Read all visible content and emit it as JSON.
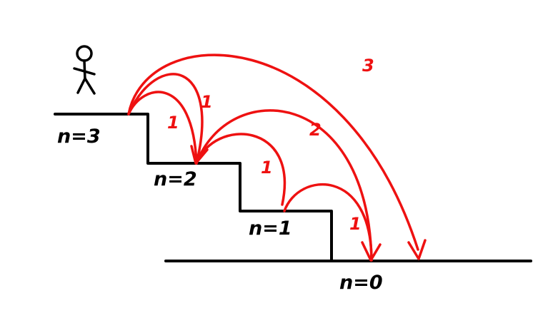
{
  "colors": {
    "ink": "#000000",
    "arc": "#ee1111",
    "background": "#ffffff"
  },
  "steps": [
    {
      "id": "n3",
      "label": "n=3"
    },
    {
      "id": "n2",
      "label": "n=2"
    },
    {
      "id": "n1",
      "label": "n=1"
    },
    {
      "id": "n0",
      "label": "n=0"
    }
  ],
  "jumps": [
    {
      "from": "n3",
      "to": "n2",
      "size_label": "1",
      "note": "inner arc"
    },
    {
      "from": "n3",
      "to": "n2",
      "size_label": "1",
      "note": "outer arc"
    },
    {
      "from": "n2",
      "to": "n0",
      "size_label": "2"
    },
    {
      "from": "n2",
      "to": "n1",
      "size_label": "1"
    },
    {
      "from": "n1",
      "to": "n0",
      "size_label": "1"
    },
    {
      "from": "n3",
      "to": "n0",
      "size_label": "3"
    }
  ]
}
